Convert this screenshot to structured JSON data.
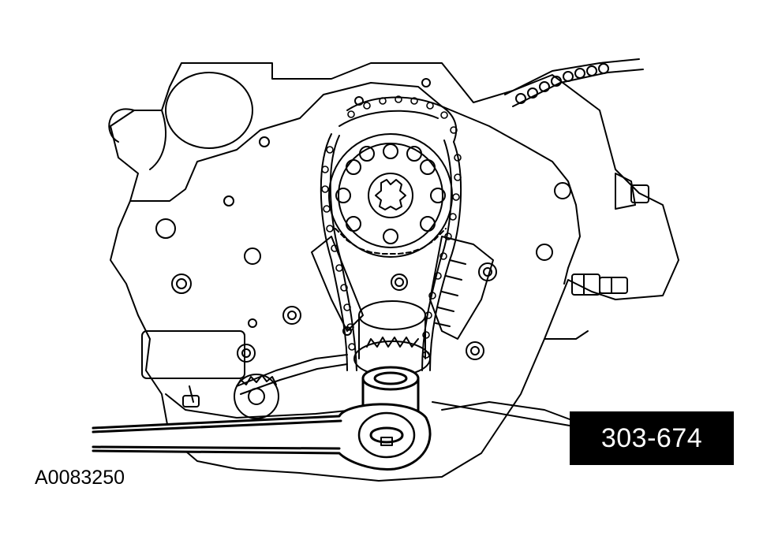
{
  "figure": {
    "callout_label": "303-674",
    "figure_id": "A0083250"
  },
  "colors": {
    "ink": "#000000",
    "paper": "#ffffff"
  },
  "icons": [
    "engine-front-line-drawing",
    "timing-chain-icon",
    "camshaft-sprocket-icon",
    "ratchet-wrench-icon"
  ]
}
